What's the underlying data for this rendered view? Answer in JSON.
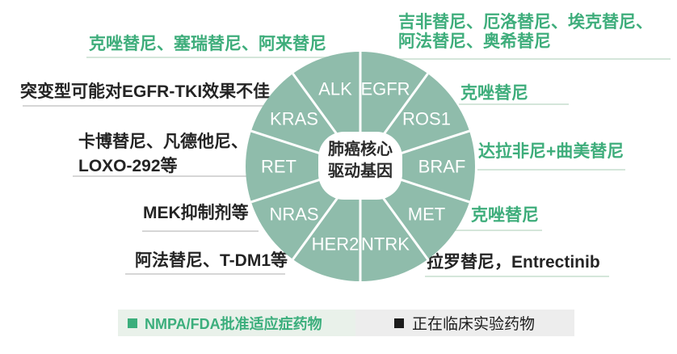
{
  "center": {
    "line1": "肺癌核心",
    "line2": "驱动基因"
  },
  "wheel": {
    "genes": {
      "egfr": "EGFR",
      "ros1": "ROS1",
      "braf": "BRAF",
      "met": "MET",
      "ntrk": "NTRK",
      "her2": "HER2",
      "nras": "NRAS",
      "ret": "RET",
      "kras": "KRAS",
      "alk": "ALK"
    }
  },
  "annotations": {
    "alk_drugs": "克唑替尼、塞瑞替尼、阿来替尼",
    "egfr_drugs_line1": "吉非替尼、厄洛替尼、埃克替尼、",
    "egfr_drugs_line2": "阿法替尼、奥希替尼",
    "kras_note": "突变型可能对EGFR-TKI效果不佳",
    "ros1_drugs": "克唑替尼",
    "ret_drugs_line1": "卡博替尼、凡德他尼、",
    "ret_drugs_line2": "LOXO-292等",
    "braf_drugs": "达拉非尼+曲美替尼",
    "nras_drugs": "MEK抑制剂等",
    "met_drugs": "克唑替尼",
    "her2_drugs": "阿法替尼、T-DM1等",
    "ntrk_drugs_green": "拉罗替尼，",
    "ntrk_drugs_black": "Entrectinib"
  },
  "legend": {
    "approved_label": "NMPA/FDA批准适应症药物",
    "trial_label": "正在临床实验药物"
  },
  "colors": {
    "wheel_green": "#8FBCAB",
    "accent_green": "#3EAD7B",
    "text_black": "#242424",
    "legend_green_bg": "#E9F1EA",
    "legend_gray_bg": "#EDEDED"
  }
}
